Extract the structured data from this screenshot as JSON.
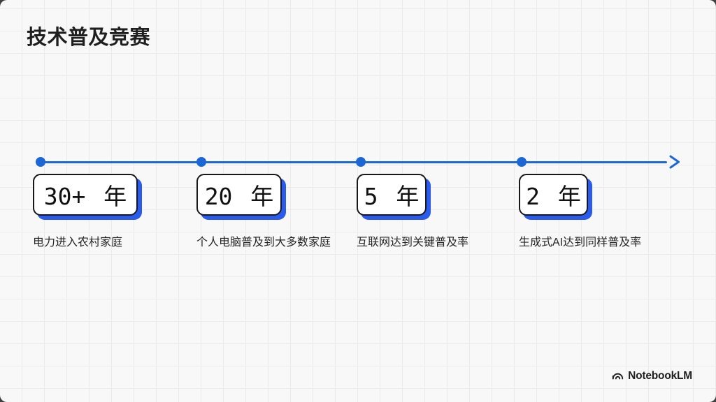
{
  "slide": {
    "title": "技术普及竞赛"
  },
  "timeline": {
    "milestones": [
      {
        "duration": "30+ 年",
        "label": "电力进入农村家庭"
      },
      {
        "duration": "20 年",
        "label": "个人电脑普及到大多数家庭"
      },
      {
        "duration": "5 年",
        "label": "互联网达到关键普及率"
      },
      {
        "duration": "2 年",
        "label": "生成式AI达到同样普及率"
      }
    ]
  },
  "footer": {
    "brand": "NotebookLM"
  },
  "icons": {
    "brand_logo": "notebooklm-arcs-icon",
    "timeline_arrow": "arrow-right-chevron"
  },
  "colors": {
    "background": "#f8f8f8",
    "grid_line": "#ebebeb",
    "ink": "#1f1f1f",
    "accent_blue": "#1c67d6",
    "shadow_blue": "#2a5bec",
    "card_bg": "#ffffff",
    "card_border": "#18181b",
    "frame": "#3f3f3f"
  }
}
